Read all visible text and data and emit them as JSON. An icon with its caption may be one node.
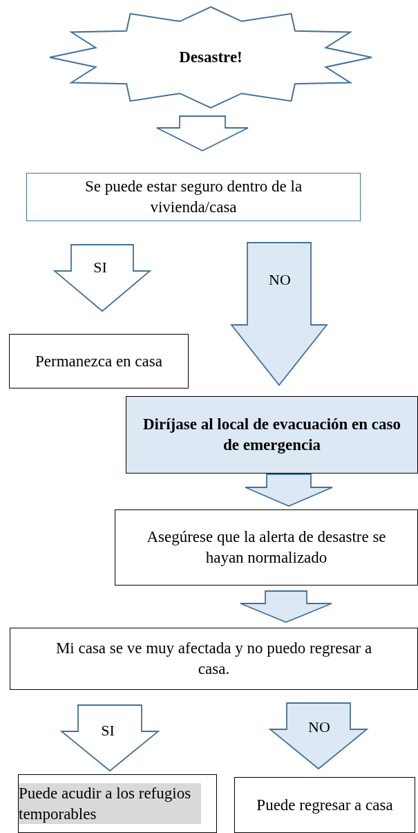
{
  "diagram": {
    "nodes": [
      {
        "text": [
          "Desastre!"
        ]
      },
      {
        "text": [
          "Se puede estar seguro dentro de la vivienda/casa"
        ]
      },
      {
        "text": [
          "Permanezca en casa"
        ]
      },
      {
        "text": [
          "Diríjase al local de evacuación en caso de emergencia"
        ]
      },
      {
        "text": [
          "Asegúrese que la alerta de desastre se hayan normalizado"
        ]
      },
      {
        "text": [
          "Mi casa se ve muy afectada y no puedo regresar a casa."
        ]
      },
      {
        "text": [
          "Puede acudir a los refugios temporables"
        ]
      },
      {
        "text": [
          "Puede regresar a casa"
        ]
      }
    ],
    "edges": [
      {
        "from": 0,
        "to": 1,
        "arrow": "to",
        "color": "#ffffff"
      },
      {
        "from": 1,
        "to": 2,
        "arrow": "to",
        "label": "SI",
        "color": "#ffffff"
      },
      {
        "from": 1,
        "to": 3,
        "arrow": "to",
        "label": "NO"
      },
      {
        "from": 3,
        "to": 4,
        "arrow": "to"
      },
      {
        "from": 4,
        "to": 5,
        "arrow": "to"
      },
      {
        "from": 5,
        "to": 6,
        "arrow": "to",
        "label": "SI",
        "color": "#ffffff"
      },
      {
        "from": 5,
        "to": 7,
        "arrow": "to",
        "label": "NO"
      }
    ]
  }
}
